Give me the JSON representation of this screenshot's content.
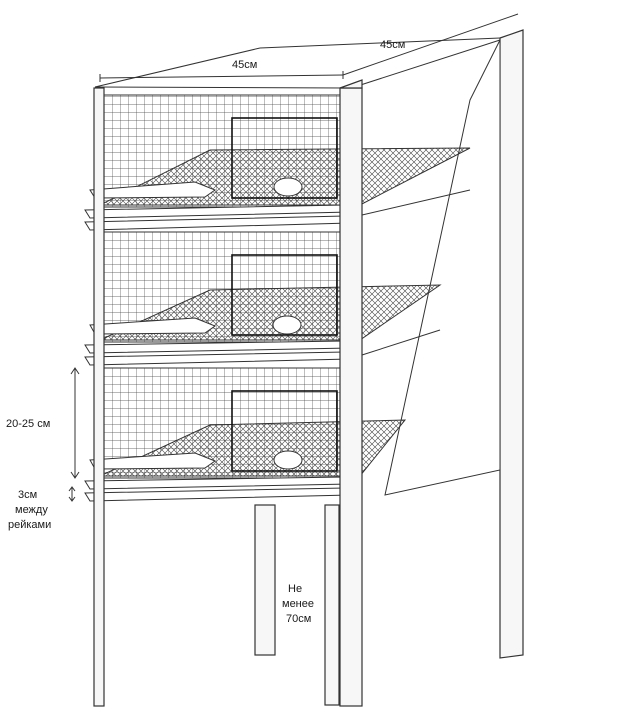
{
  "labels": {
    "width_front": "45см",
    "width_side": "45см",
    "tier_height": "20-25 см",
    "slat_gap_line1": "3см",
    "slat_gap_line2": "между",
    "slat_gap_line3": "рейками",
    "leg_height_line1": "Не",
    "leg_height_line2": "менее",
    "leg_height_line3": "70см"
  },
  "colors": {
    "line": "#333333",
    "mesh": "#555555",
    "background": "#ffffff"
  }
}
